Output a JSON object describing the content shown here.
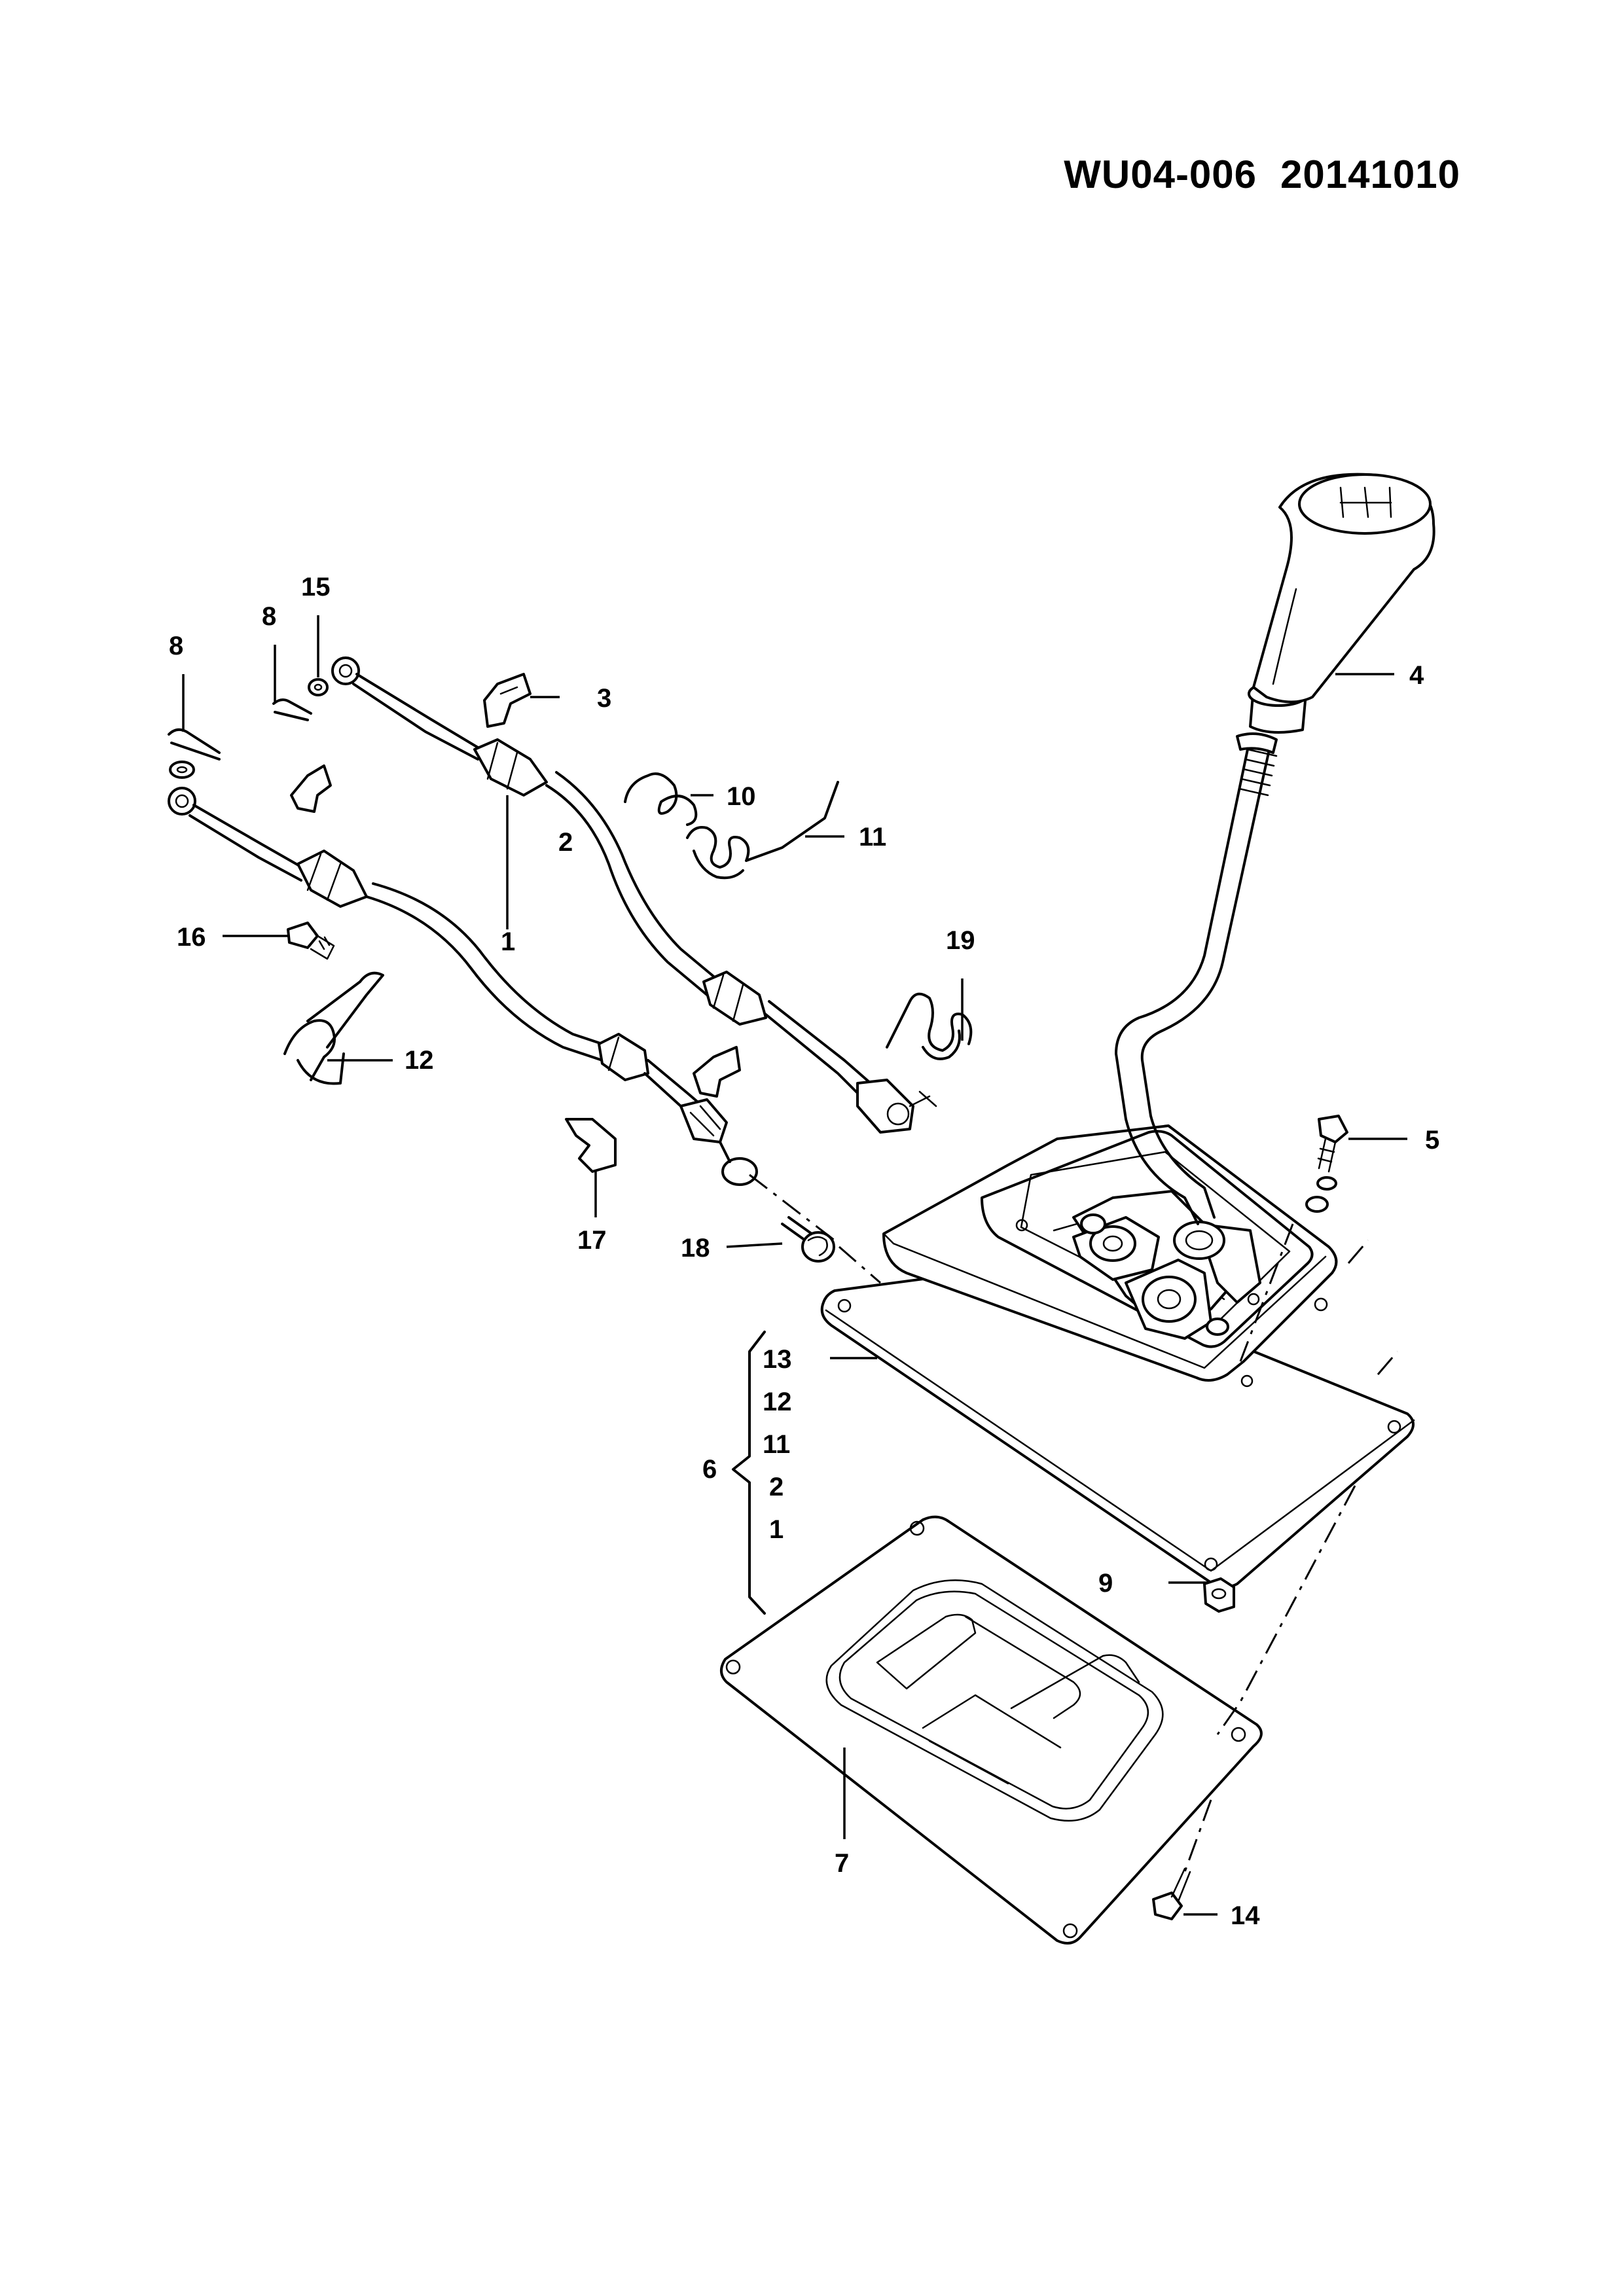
{
  "header": {
    "drawing_code": "WU04-006",
    "date_code": "20141010"
  },
  "callouts": {
    "c1": "1",
    "c2": "2",
    "c3": "3",
    "c4": "4",
    "c5": "5",
    "c6": "6",
    "c7": "7",
    "c8a": "8",
    "c8b": "8",
    "c9": "9",
    "c10": "10",
    "c11": "11",
    "c12": "12",
    "c14": "14",
    "c15": "15",
    "c16": "16",
    "c17": "17",
    "c18": "18",
    "c19": "19"
  },
  "assembly_6_items": [
    "13",
    "12",
    "11",
    "2",
    "1"
  ]
}
